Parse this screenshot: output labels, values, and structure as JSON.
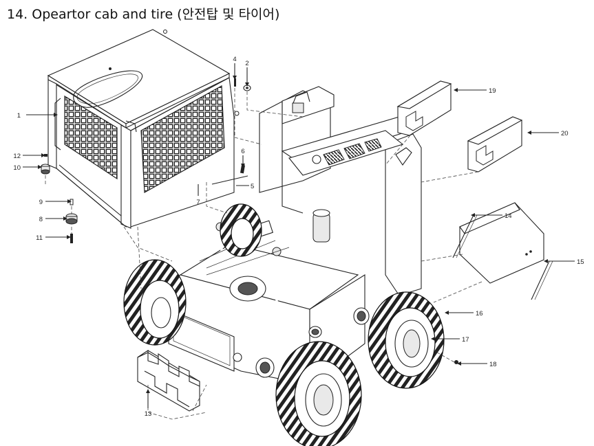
{
  "title": "14. Opeartor cab and tire (안전탑 및 타이어)",
  "callouts": [
    {
      "id": "1",
      "label": "1"
    },
    {
      "id": "2",
      "label": "2"
    },
    {
      "id": "4",
      "label": "4"
    },
    {
      "id": "5",
      "label": "5"
    },
    {
      "id": "6",
      "label": "6"
    },
    {
      "id": "7",
      "label": "7"
    },
    {
      "id": "8",
      "label": "8"
    },
    {
      "id": "9",
      "label": "9"
    },
    {
      "id": "10",
      "label": "10"
    },
    {
      "id": "11",
      "label": "11"
    },
    {
      "id": "12",
      "label": "12"
    },
    {
      "id": "13",
      "label": "13"
    },
    {
      "id": "14",
      "label": "14"
    },
    {
      "id": "15",
      "label": "15"
    },
    {
      "id": "16",
      "label": "16"
    },
    {
      "id": "17",
      "label": "17"
    },
    {
      "id": "18",
      "label": "18"
    },
    {
      "id": "19",
      "label": "19"
    },
    {
      "id": "20",
      "label": "20"
    }
  ]
}
